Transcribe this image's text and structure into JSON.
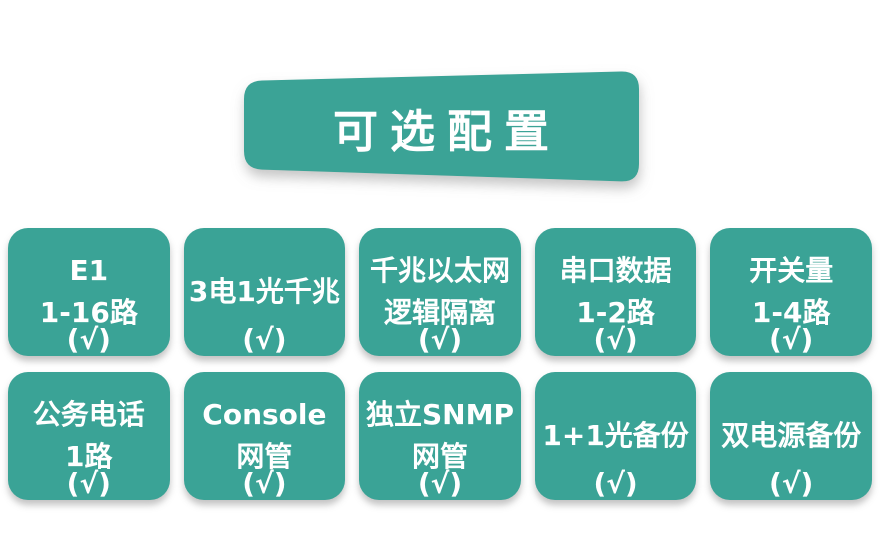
{
  "colors": {
    "teal": "#3aa396",
    "text_on_teal": "#ffffff",
    "page_background": "#ffffff"
  },
  "banner": {
    "title": "可选配置"
  },
  "cards": [
    {
      "lines": [
        "E1",
        "1-16路"
      ],
      "check": "(√)"
    },
    {
      "lines": [
        "3电1光千兆"
      ],
      "check": "(√)"
    },
    {
      "lines": [
        "千兆以太网",
        "逻辑隔离"
      ],
      "check": "(√)"
    },
    {
      "lines": [
        "串口数据",
        "1-2路"
      ],
      "check": "(√)"
    },
    {
      "lines": [
        "开关量",
        "1-4路"
      ],
      "check": "(√)"
    },
    {
      "lines": [
        "公务电话",
        "1路"
      ],
      "check": "(√)"
    },
    {
      "lines": [
        "Console",
        "网管"
      ],
      "check": "(√)"
    },
    {
      "lines": [
        "独立SNMP",
        "网管"
      ],
      "check": "(√)"
    },
    {
      "lines": [
        "1+1光备份"
      ],
      "check": "(√)"
    },
    {
      "lines": [
        "双电源备份"
      ],
      "check": "(√)"
    }
  ]
}
